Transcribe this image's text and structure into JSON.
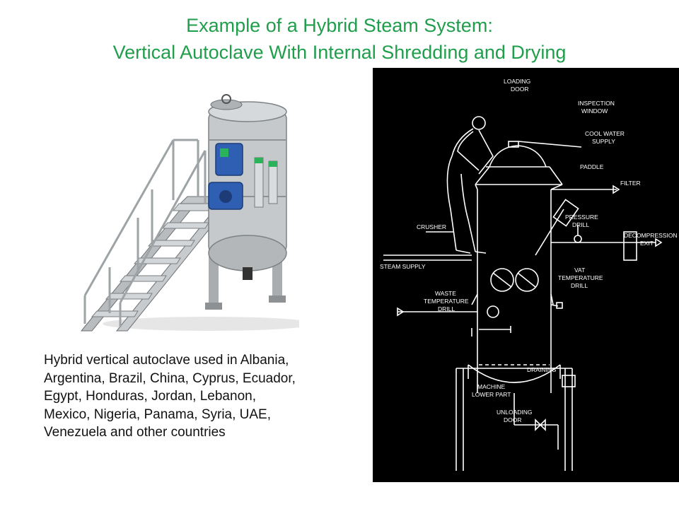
{
  "slide": {
    "title_line1": "Example of a Hybrid Steam System:",
    "title_line2": "Vertical Autoclave With Internal Shredding and Drying",
    "title_color": "#1f9e4b"
  },
  "caption": {
    "lines": [
      "Hybrid vertical autoclave used in Albania,",
      "Argentina, Brazil, China, Cyprus, Ecuador,",
      "Egypt, Honduras, Jordan, Lebanon,",
      "Mexico, Nigeria, Panama, Syria, UAE,",
      "Venezuela and other countries"
    ]
  },
  "diagram": {
    "labels": {
      "loading_door_1": "LOADING",
      "loading_door_2": "DOOR",
      "inspection_1": "INSPECTION",
      "inspection_2": "WINDOW",
      "cool_water_1": "COOL WATER",
      "cool_water_2": "SUPPLY",
      "paddle": "PADDLE",
      "filter": "FILTER",
      "pressure_1": "PRESSURE",
      "pressure_2": "DRILL",
      "crusher": "CRUSHER",
      "decompression_1": "DECOMPRESSION",
      "decompression_2": "EXIT",
      "steam_supply": "STEAM SUPPLY",
      "vat_temp_1": "VAT",
      "vat_temp_2": "TEMPERATURE",
      "vat_temp_3": "DRILL",
      "waste_temp_1": "WASTE",
      "waste_temp_2": "TEMPERATURE",
      "waste_temp_3": "DRILL",
      "draining": "DRAINING",
      "machine_lower_1": "MACHINE",
      "machine_lower_2": "LOWER PART",
      "unloading_1": "UNLOADING",
      "unloading_2": "DOOR"
    }
  }
}
